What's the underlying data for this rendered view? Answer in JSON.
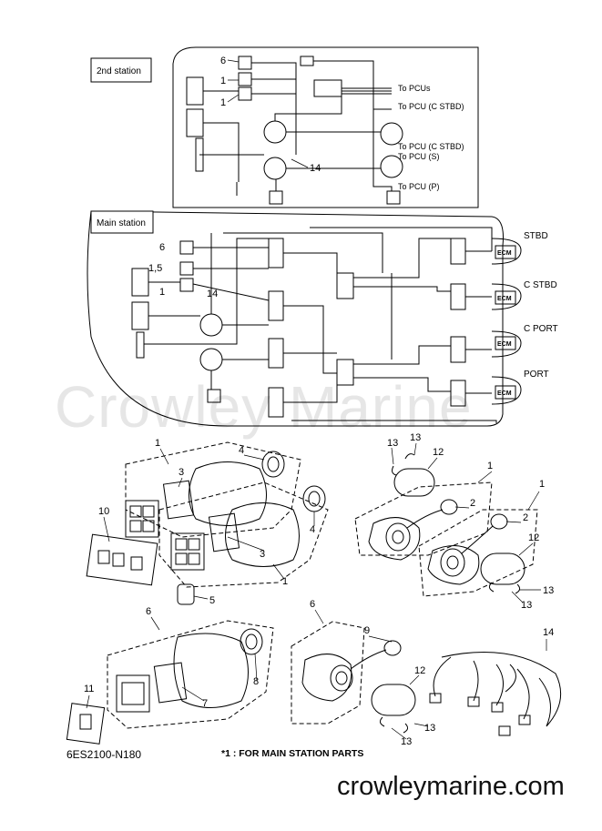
{
  "watermark": "Crowley Marine",
  "site_url": "crowleymarine.com",
  "diagram_code": "6ES2100-N180",
  "footnote": "*1 : FOR MAIN STATION PARTS",
  "stations": {
    "second": "2nd station",
    "main": "Main station"
  },
  "pcu_labels": {
    "pcus": "To PCUs",
    "c_stbd_1": "To PCU (C STBD)",
    "c_stbd_2": "To PCU (C STBD)",
    "s": "To PCU (S)",
    "p": "To PCU (P)"
  },
  "engines": {
    "stbd": "STBD",
    "c_stbd": "C STBD",
    "c_port": "C PORT",
    "port": "PORT",
    "ecm": "ECM"
  },
  "callouts": {
    "c6": "6",
    "c1": "1",
    "c14": "14",
    "c15": "1,5",
    "c2": "2",
    "c3": "3",
    "c4": "4",
    "c5": "5",
    "c7": "7",
    "c8": "8",
    "c9": "9",
    "c10": "10",
    "c11": "11",
    "c12": "12",
    "c13": "13"
  }
}
